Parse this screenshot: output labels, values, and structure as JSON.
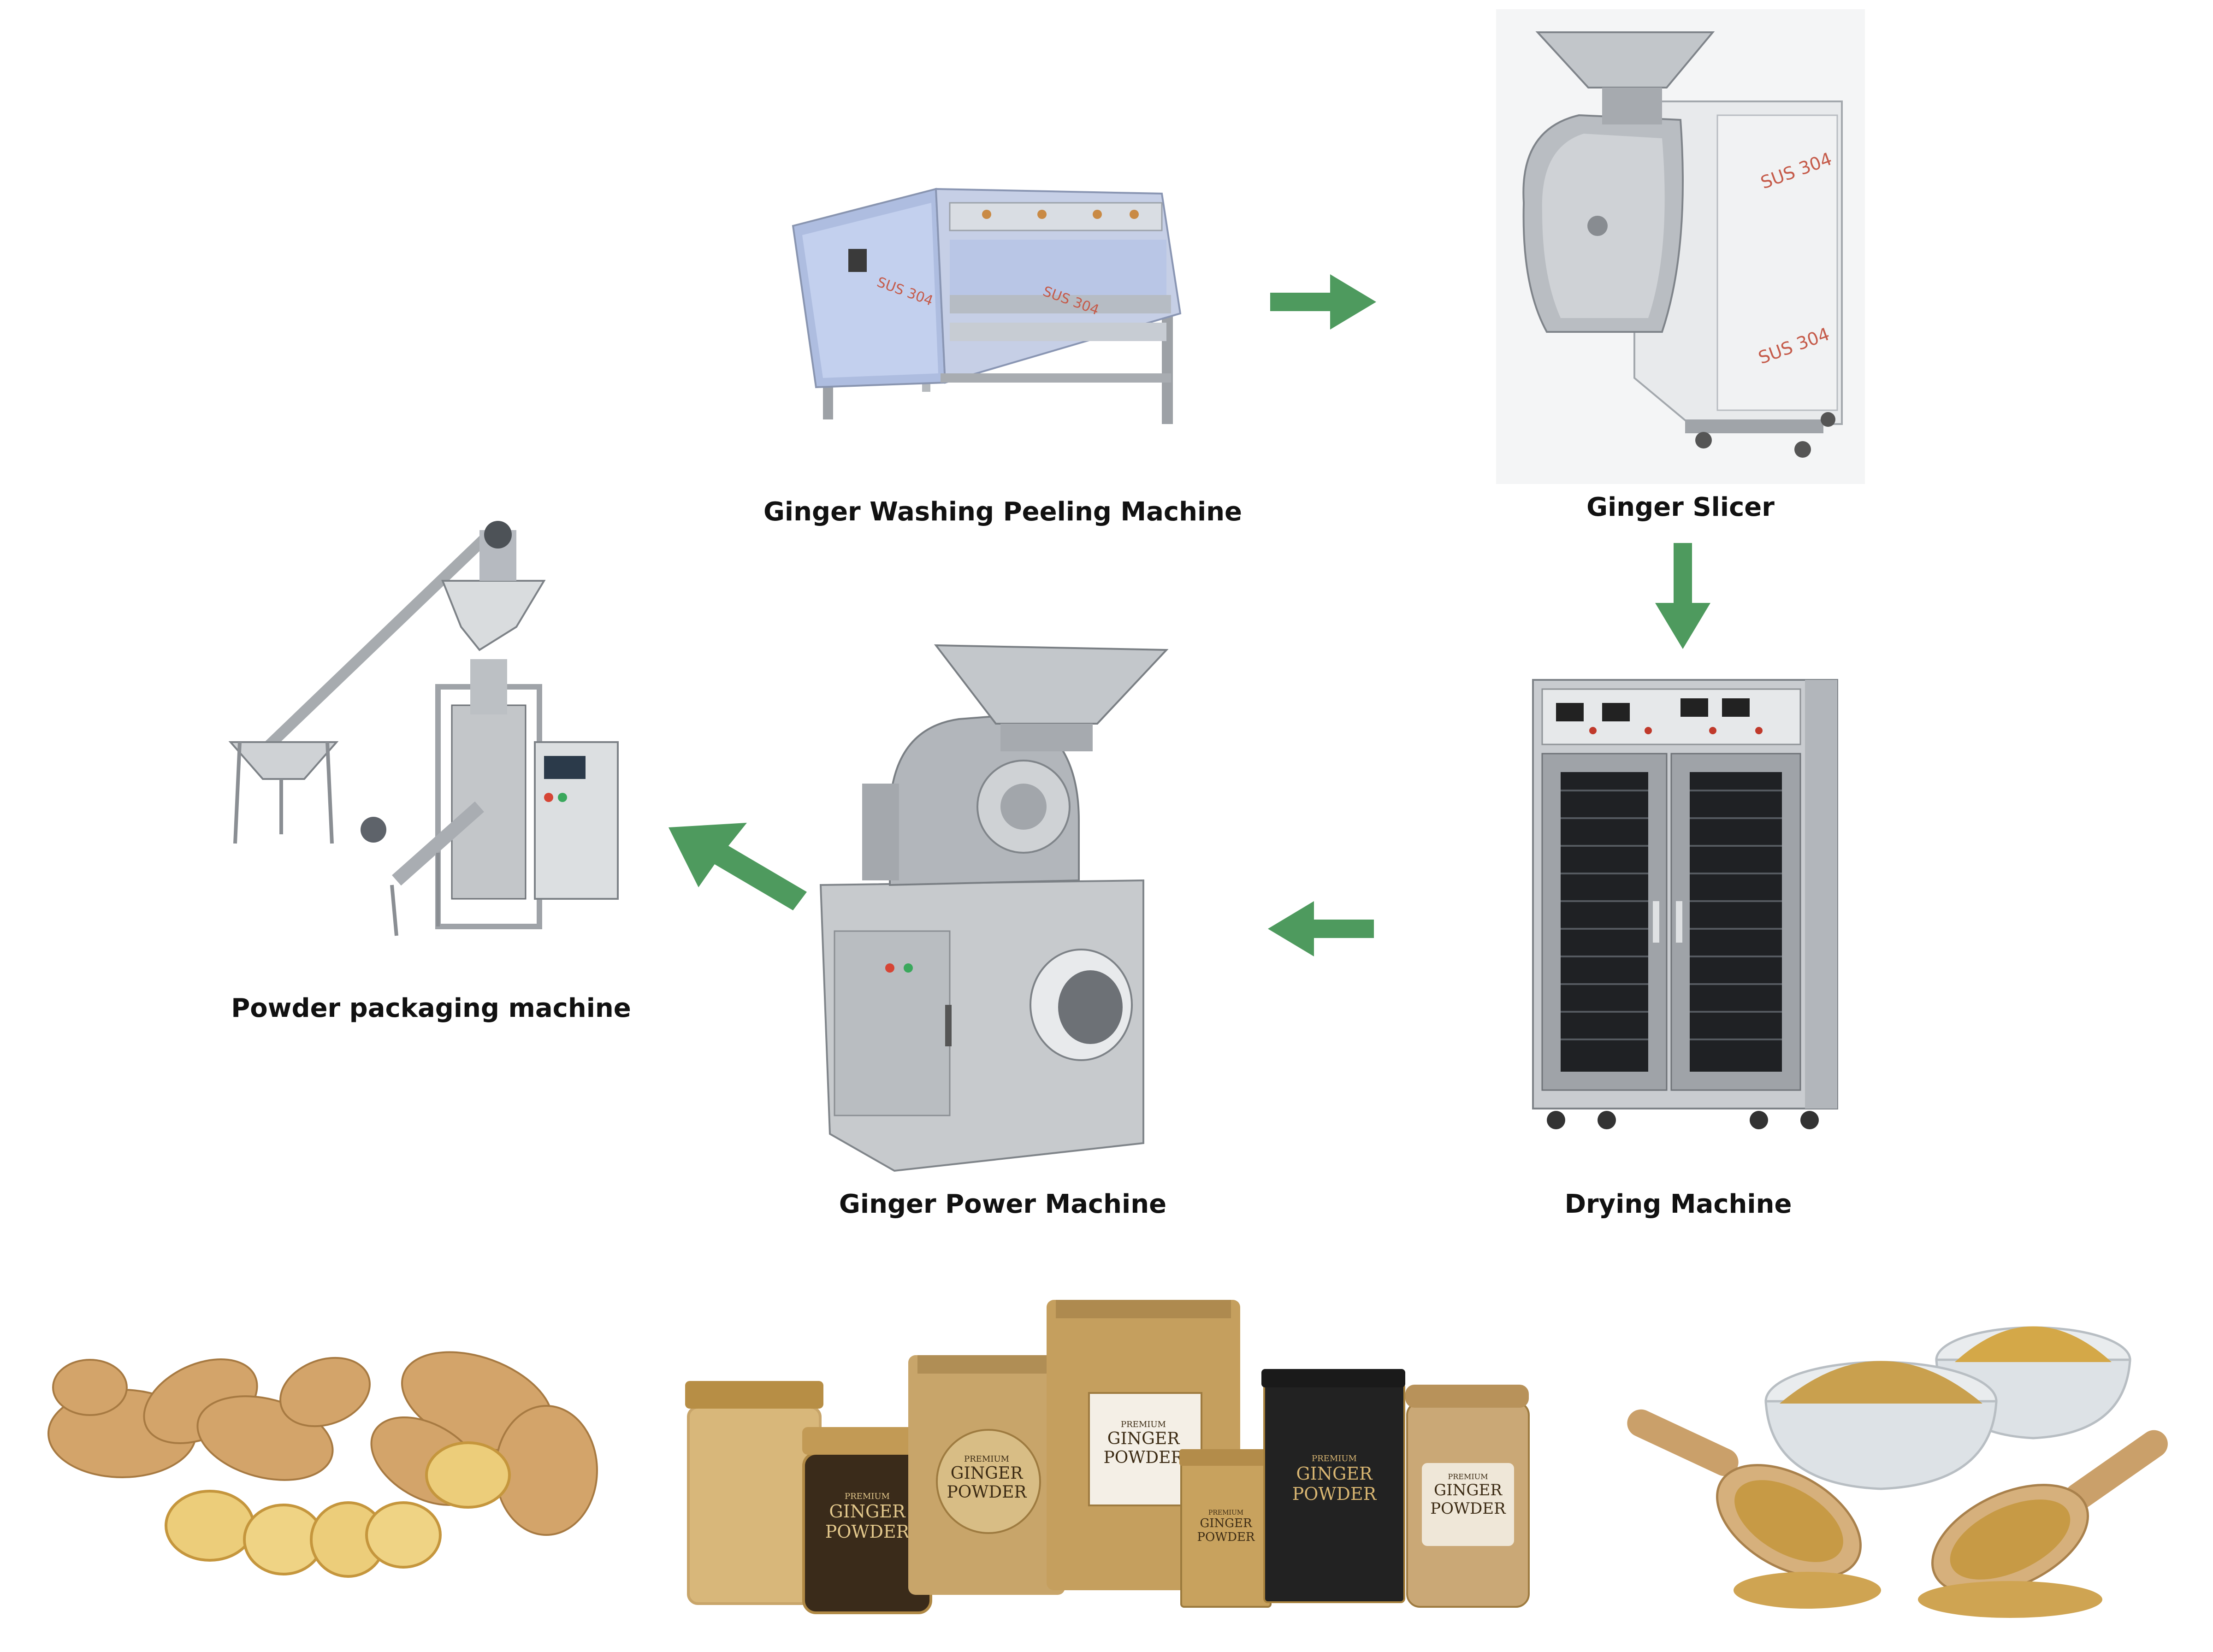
{
  "labels": {
    "washing": "Ginger Washing Peeling Machine",
    "slicer": "Ginger Slicer",
    "drying": "Drying Machine",
    "powder": "Ginger Power Machine",
    "packaging": "Powder packaging machine"
  },
  "machine_marks": {
    "washer_plate_1": "SUS 304",
    "washer_plate_2": "SUS 304",
    "slicer_plate_1": "SUS 304",
    "slicer_plate_2": "SUS 304"
  },
  "products": {
    "brand_tag": "PREMIUM",
    "line1": "GINGER",
    "line2": "POWDER"
  },
  "colors": {
    "arrow": "#4e9a5e",
    "steel_light": "#e4e6e8",
    "steel_dark": "#8e9296",
    "ginger_skin": "#d3a46a",
    "ginger_flesh": "#eccd7a",
    "powder": "#c9a04e",
    "gold": "#c8a56a",
    "black_tin": "#222222"
  },
  "icons": {
    "arrow_right": "arrow-right",
    "arrow_down": "arrow-down",
    "arrow_left": "arrow-left",
    "arrow_up_left": "arrow-up-left"
  }
}
